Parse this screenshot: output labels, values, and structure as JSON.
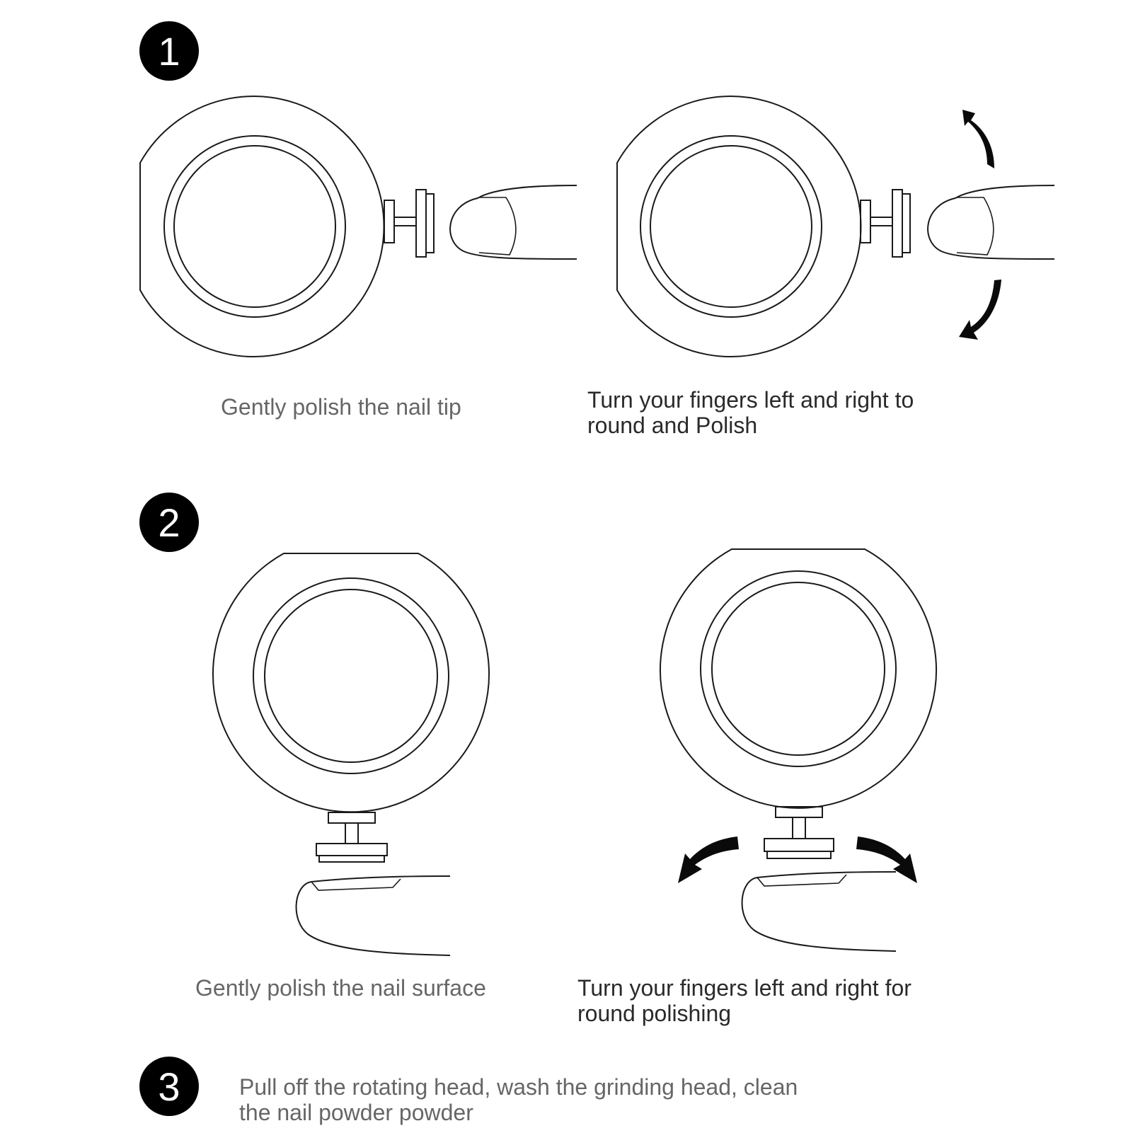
{
  "steps": [
    {
      "number": "1"
    },
    {
      "number": "2"
    },
    {
      "number": "3"
    }
  ],
  "captions": {
    "step1_left": "Gently polish the nail tip",
    "step1_right_line1": "Turn your fingers left and right to",
    "step1_right_line2": "round and Polish",
    "step2_left": "Gently polish the nail surface",
    "step2_right_line1": "Turn your fingers left and right for",
    "step2_right_line2": "round polishing",
    "step3_line1": "Pull off the rotating head, wash the grinding head, clean",
    "step3_line2": "the nail powder powder"
  },
  "colors": {
    "line": "#1a1a1a",
    "badge": "#000000",
    "caption_grey": "#666666",
    "caption_dark": "#2a2a2a"
  }
}
